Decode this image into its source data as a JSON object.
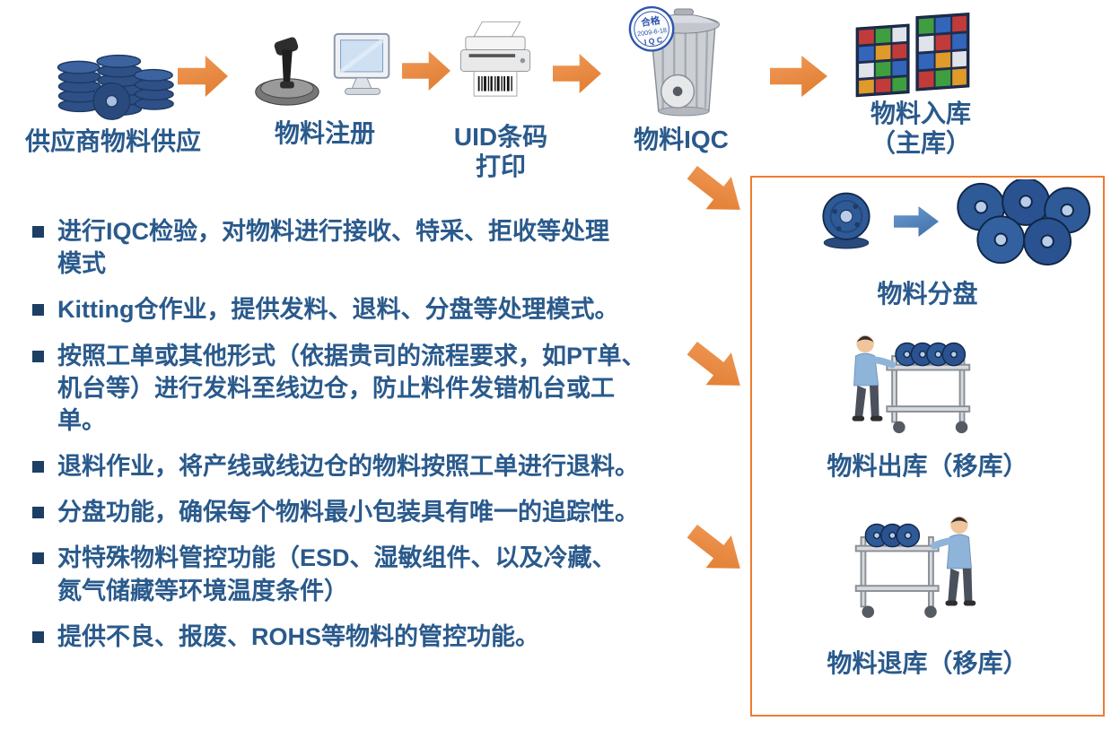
{
  "colors": {
    "accent_orange": "#ED7D31",
    "text_blue": "#2A5A8C",
    "arrow_blue": "#4F81BD",
    "reel_blue": "#2E5A97",
    "panel_border": "#ED7D31"
  },
  "flow": {
    "steps": [
      {
        "id": "supply",
        "label": "供应商物料供应"
      },
      {
        "id": "register",
        "label": "物料注册"
      },
      {
        "id": "uid-print",
        "label": "UID条码\n打印"
      },
      {
        "id": "iqc",
        "label": "物料IQC"
      },
      {
        "id": "inbound",
        "label": "物料入库\n（主库）"
      }
    ]
  },
  "iqc_stamp": {
    "line1": "合格",
    "line2": "2009-6-18",
    "line3": "I Q C"
  },
  "bullets": [
    "进行IQC检验，对物料进行接收、特采、拒收等处理\n模式",
    "Kitting仓作业，提供发料、退料、分盘等处理模式。",
    "按照工单或其他形式（依据贵司的流程要求，如PT单、\n机台等）进行发料至线边仓，防止料件发错机台或工\n单。",
    "退料作业，将产线或线边仓的物料按照工单进行退料。",
    "分盘功能，确保每个物料最小包装具有唯一的追踪性。",
    "对特殊物料管控功能（ESD、湿敏组件、以及冷藏、\n氮气储藏等环境温度条件）",
    "提供不良、报废、ROHS等物料的管控功能。"
  ],
  "panel": {
    "sections": [
      {
        "id": "split",
        "label": "物料分盘"
      },
      {
        "id": "outbound",
        "label": "物料出库（移库）"
      },
      {
        "id": "return",
        "label": "物料退库（移库）"
      }
    ]
  }
}
